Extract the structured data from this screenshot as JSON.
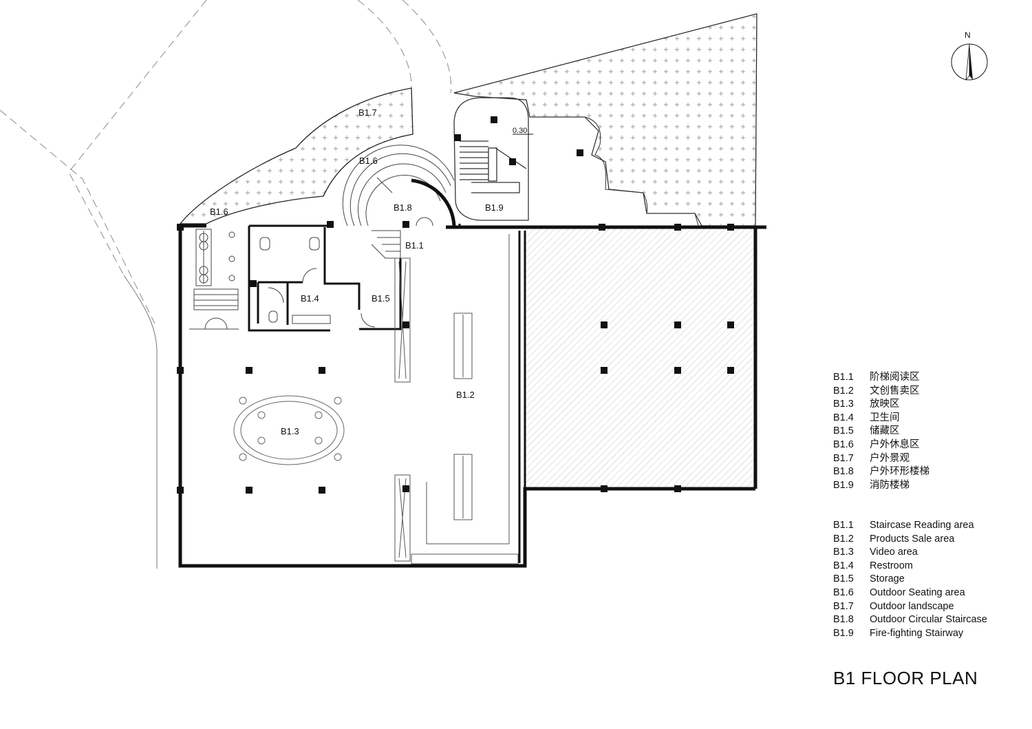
{
  "title": "B1 FLOOR PLAN",
  "north_label": "N",
  "dimension_label": "0.30",
  "plan_labels": {
    "b11": "B1.1",
    "b12": "B1.2",
    "b13": "B1.3",
    "b14": "B1.4",
    "b15": "B1.5",
    "b16_left": "B1.6",
    "b16_arc": "B1.6",
    "b17": "B1.7",
    "b18": "B1.8",
    "b19": "B1.9"
  },
  "legend_cn": [
    {
      "code": "B1.1",
      "text": "阶梯阅读区"
    },
    {
      "code": "B1.2",
      "text": "文创售卖区"
    },
    {
      "code": "B1.3",
      "text": "放映区"
    },
    {
      "code": "B1.4",
      "text": "卫生间"
    },
    {
      "code": "B1.5",
      "text": "储藏区"
    },
    {
      "code": "B1.6",
      "text": "户外休息区"
    },
    {
      "code": "B1.7",
      "text": "户外景观"
    },
    {
      "code": "B1.8",
      "text": "户外环形楼梯"
    },
    {
      "code": "B1.9",
      "text": "消防楼梯"
    }
  ],
  "legend_en": [
    {
      "code": "B1.1",
      "text": "Staircase Reading area"
    },
    {
      "code": "B1.2",
      "text": "Products Sale  area"
    },
    {
      "code": "B1.3",
      "text": "Video area"
    },
    {
      "code": "B1.4",
      "text": "Restroom"
    },
    {
      "code": "B1.5",
      "text": "Storage"
    },
    {
      "code": "B1.6",
      "text": "Outdoor Seating area"
    },
    {
      "code": "B1.7",
      "text": "Outdoor landscape"
    },
    {
      "code": "B1.8",
      "text": "Outdoor Circular Staircase"
    },
    {
      "code": "B1.9",
      "text": "Fire-fighting Stairway"
    }
  ],
  "colors": {
    "wall": "#111111",
    "hatch": "#9a9a9a",
    "dash": "#8a8a8a",
    "background": "#ffffff"
  }
}
